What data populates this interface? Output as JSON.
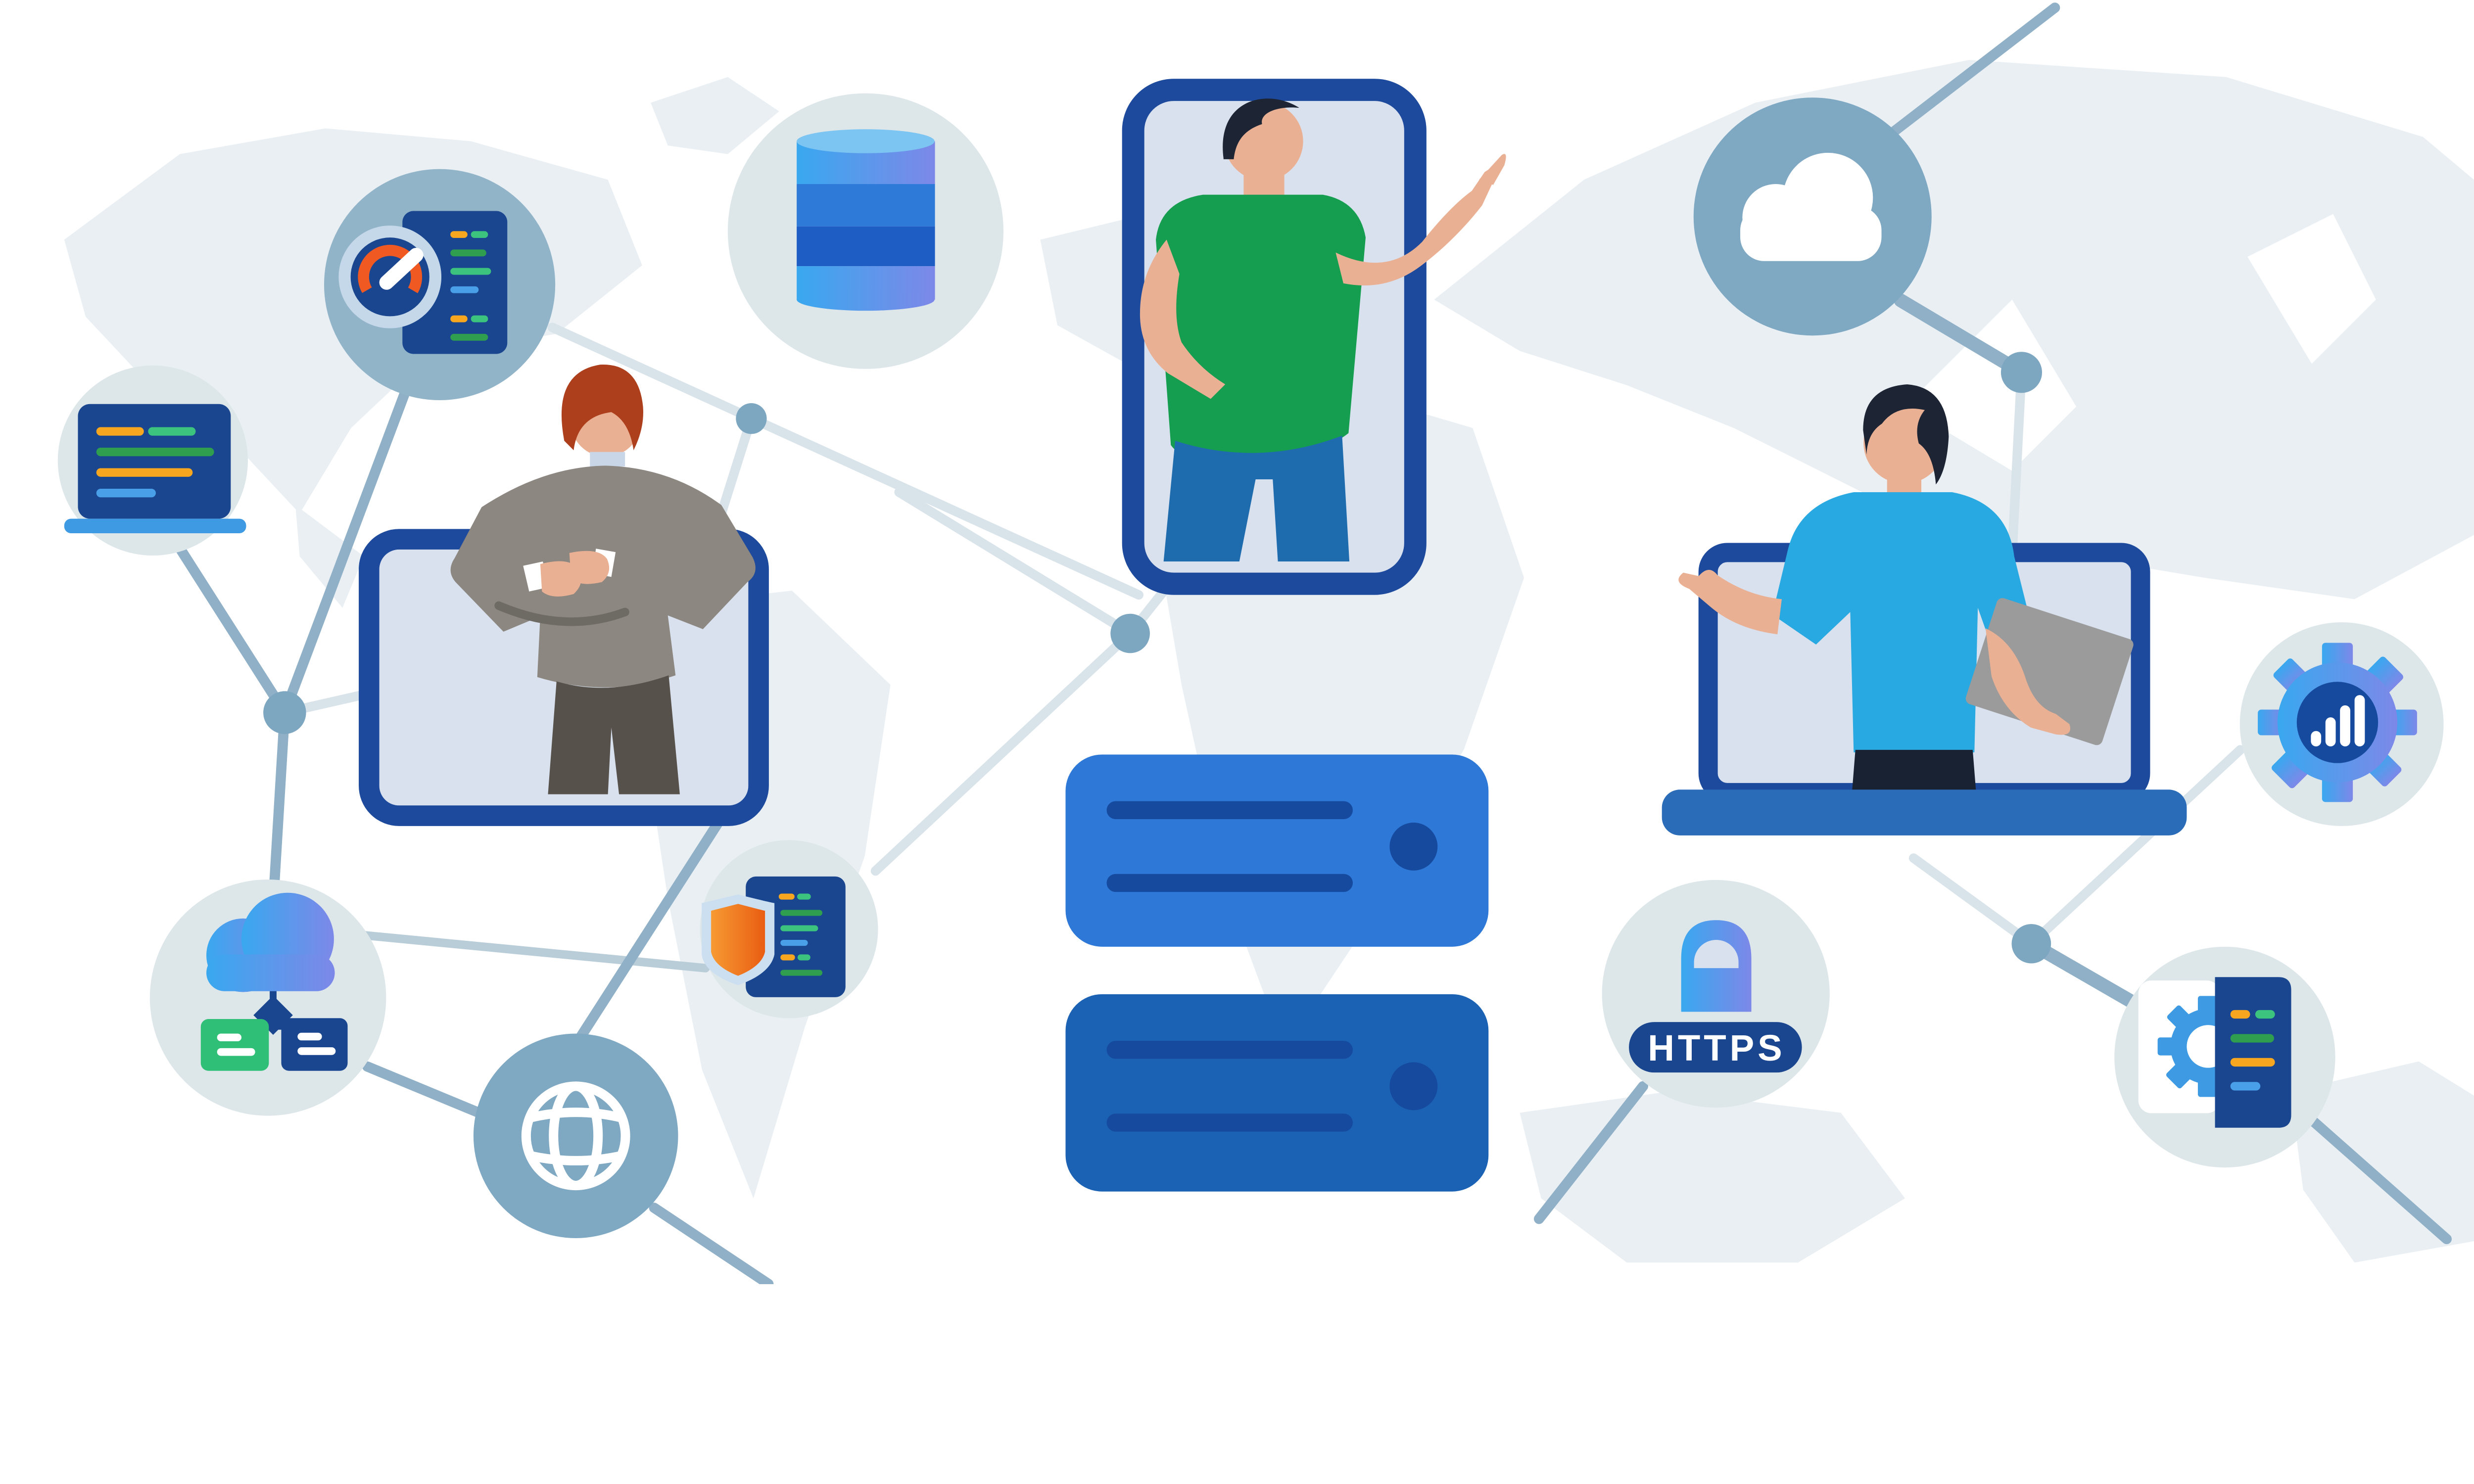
{
  "scene": {
    "title": "Global network illustration — people reaching out of devices connected to technology nodes over a world map",
    "style": "flat vector illustration"
  },
  "labels": {
    "https": "HTTPS"
  },
  "palette": {
    "bg": "#ffffff",
    "map": "#e9eff3",
    "line_light": "#d8e3ea",
    "line_mid": "#b9cdd9",
    "line_steel": "#8fb0c6",
    "node_dot": "#7da6c1",
    "circle_pale": "#dde7ea",
    "circle_steel": "#7fa8c3",
    "circle_steel_light": "#92b4c9",
    "navy": "#1a468f",
    "device_navy": "#1d4a9c",
    "screen": "#d9e1ee",
    "server_blue": "#2e79d8",
    "server_deep": "#1b62b5",
    "server_detail": "#164a9e",
    "code_orange": "#f6a71f",
    "code_green_bright": "#3cc47e",
    "code_green": "#2f9e4f",
    "code_blue": "#4aa0e8",
    "laptop_base_small": "#3d9ae3",
    "laptop_base_big": "#2a6cb8",
    "gauge_ring": "#c5d8e9",
    "gauge_orange": "#f05a22",
    "grad_blue_a": "#39a8ef",
    "grad_blue_b": "#7d88e8",
    "db_top": "#7cc4f2",
    "db_band2": "#2e7ad8",
    "db_band3": "#1e5dc4",
    "shield_orange_a": "#f79a33",
    "shield_orange_b": "#e95d12",
    "shield_border": "#ccdff1",
    "green_card": "#2fbf76",
    "skin": "#eab093",
    "hair_dark": "#1d2433",
    "hair_red": "#ad3f1d",
    "shirt_green": "#159e50",
    "jeans": "#1e6cae",
    "shirt_cyan": "#29a9e1",
    "pants_dark": "#182233",
    "suit_gray": "#8c8781",
    "suit_pants": "#57514b",
    "device_gray": "#9b9b9b"
  },
  "icon_bubbles": [
    {
      "id": "dashboard-gauge",
      "icon": "gauge-report-icon",
      "meaning": "performance dashboard"
    },
    {
      "id": "code-laptop",
      "icon": "laptop-code-icon",
      "meaning": "development"
    },
    {
      "id": "database",
      "icon": "database-cylinder-icon",
      "meaning": "database storage"
    },
    {
      "id": "cloud",
      "icon": "cloud-icon",
      "meaning": "cloud service"
    },
    {
      "id": "analytics-gear",
      "icon": "gear-bar-chart-icon",
      "meaning": "analytics settings"
    },
    {
      "id": "https-security",
      "icon": "padlock-icon",
      "label": "HTTPS",
      "meaning": "secure protocol"
    },
    {
      "id": "document-settings",
      "icon": "document-gear-icon",
      "meaning": "configuration document"
    },
    {
      "id": "secure-document",
      "icon": "shield-document-icon",
      "meaning": "protected code document"
    },
    {
      "id": "globe",
      "icon": "globe-icon",
      "meaning": "world wide web"
    },
    {
      "id": "cloud-network",
      "icon": "cloud-folder-network-icon",
      "meaning": "cloud file distribution"
    }
  ],
  "devices": [
    {
      "id": "smartphone",
      "person": "man in green t-shirt and jeans gesturing right"
    },
    {
      "id": "tablet",
      "person": "businessman in gray suit with red hair, hands behind back"
    },
    {
      "id": "laptop",
      "person": "man in cyan t-shirt holding a gray notebook"
    }
  ],
  "servers": {
    "count": 2,
    "description": "two stacked server racks with status light and slots"
  }
}
